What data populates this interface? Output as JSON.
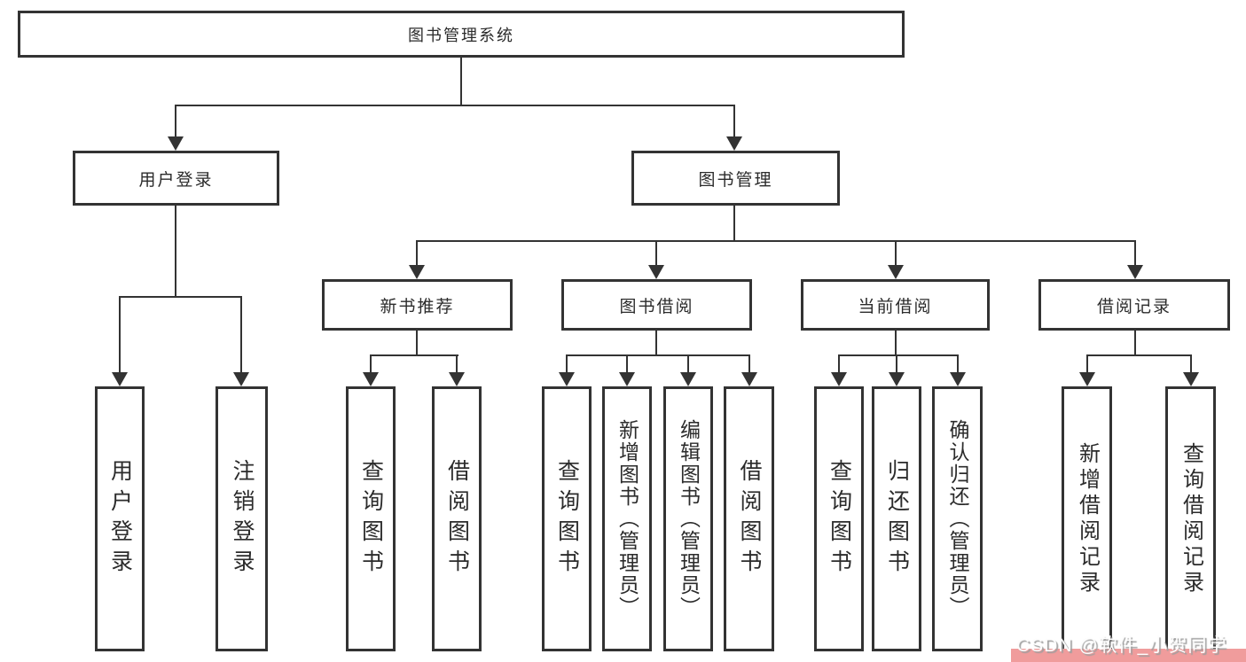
{
  "tree": {
    "root": "图书管理系统",
    "branches": {
      "user_login": "用户登录",
      "book_management": "图书管理"
    },
    "modules": {
      "new_book_recommend": "新书推荐",
      "book_borrow": "图书借阅",
      "current_borrow": "当前借阅",
      "borrow_records": "借阅记录"
    },
    "leaves": {
      "user_login": "用户登录",
      "logout": "注销登录",
      "nb_query_books": "查询图书",
      "nb_borrow_books": "借阅图书",
      "bb_query_books": "查询图书",
      "bb_add_books": "新增图书（管理员）",
      "bb_edit_books": "编辑图书（管理员）",
      "bb_borrow_books": "借阅图书",
      "cb_query_books": "查询图书",
      "cb_return_books": "归还图书",
      "cb_confirm_return": "确认归还（管理员）",
      "br_add_record": "新增借阅记录",
      "br_query_record": "查询借阅记录"
    }
  },
  "watermark": {
    "text": "CSDN @软件_小贺同学",
    "strip_color": "#f09c9c"
  },
  "colors": {
    "line": "#333333",
    "box_border": "#333333",
    "text": "#2b2b2b",
    "background": "#ffffff"
  }
}
